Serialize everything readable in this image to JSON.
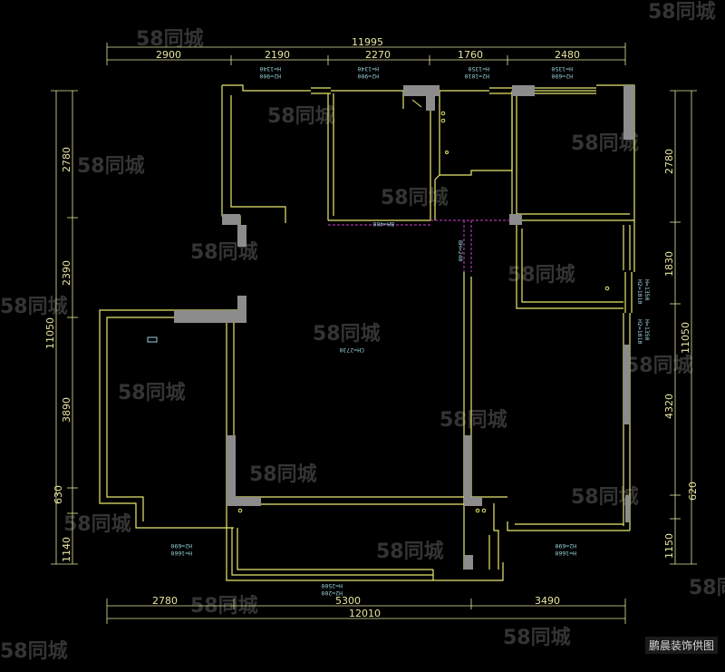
{
  "dimensions": {
    "top_total": "11995",
    "top_segments": [
      "2900",
      "2190",
      "2270",
      "1760",
      "2480"
    ],
    "bottom_total": "12010",
    "bottom_segments": [
      "2780",
      "5300",
      "3490"
    ],
    "left_total": "11050",
    "left_segments": [
      "2780",
      "2390",
      "3890",
      "630",
      "1140"
    ],
    "right_total": "11050",
    "right_segments": [
      "2780",
      "1830",
      "4320",
      "620",
      "1150"
    ]
  },
  "annotations": {
    "win_top_1": [
      "H2=900",
      "H=1340"
    ],
    "win_top_2": [
      "H2=900",
      "H=1340"
    ],
    "win_top_3": [
      "H2=1010",
      "H=1350"
    ],
    "win_top_4": [
      "H2=690",
      "H=1350"
    ],
    "beam_1": "BH=400",
    "beam_2": "BH=240",
    "ceiling": "CH=2730",
    "win_right_1": [
      "H2=1010",
      "H=1350"
    ],
    "win_right_2": [
      "H2=1010",
      "H=1350"
    ],
    "win_bottom_left": [
      "H2=690",
      "H=1660"
    ],
    "win_bottom_right": [
      "H2=690",
      "H=1660"
    ],
    "balcony": [
      "H2=200",
      "H=2500"
    ]
  },
  "watermark": "58同城",
  "credit": "鹏晨装饰供图",
  "colors": {
    "wall": "#e8e870",
    "column": "#8c8c8c",
    "dim": "#e6e6a0",
    "beam": "#d040d0",
    "note": "#9ad0d8"
  }
}
